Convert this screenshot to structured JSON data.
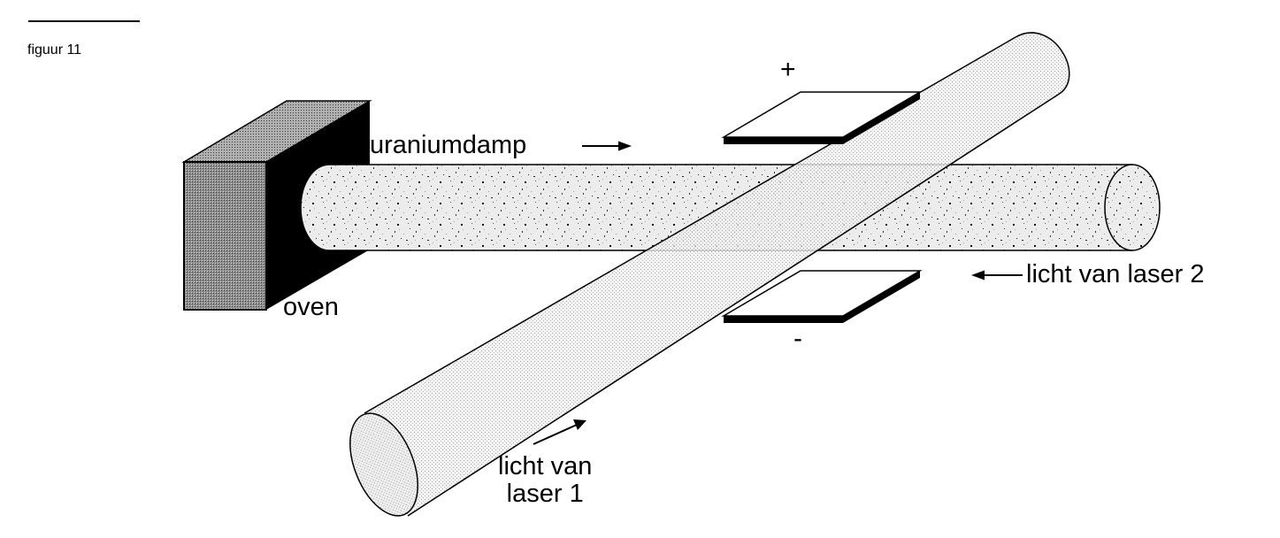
{
  "figure_label": "figuur 11",
  "labels": {
    "uranium_vapour": "uraniumdamp",
    "oven": "oven",
    "laser2": "licht van laser 2",
    "laser1": "licht van\nlaser 1",
    "plus": "+",
    "minus": "-"
  },
  "colors": {
    "ink": "#000000",
    "paper": "#ffffff",
    "beam_fill": "#dcdcdc",
    "oven_fill": "#9a9a9a"
  },
  "icons": {
    "arrows": "arrow-right-icon"
  }
}
